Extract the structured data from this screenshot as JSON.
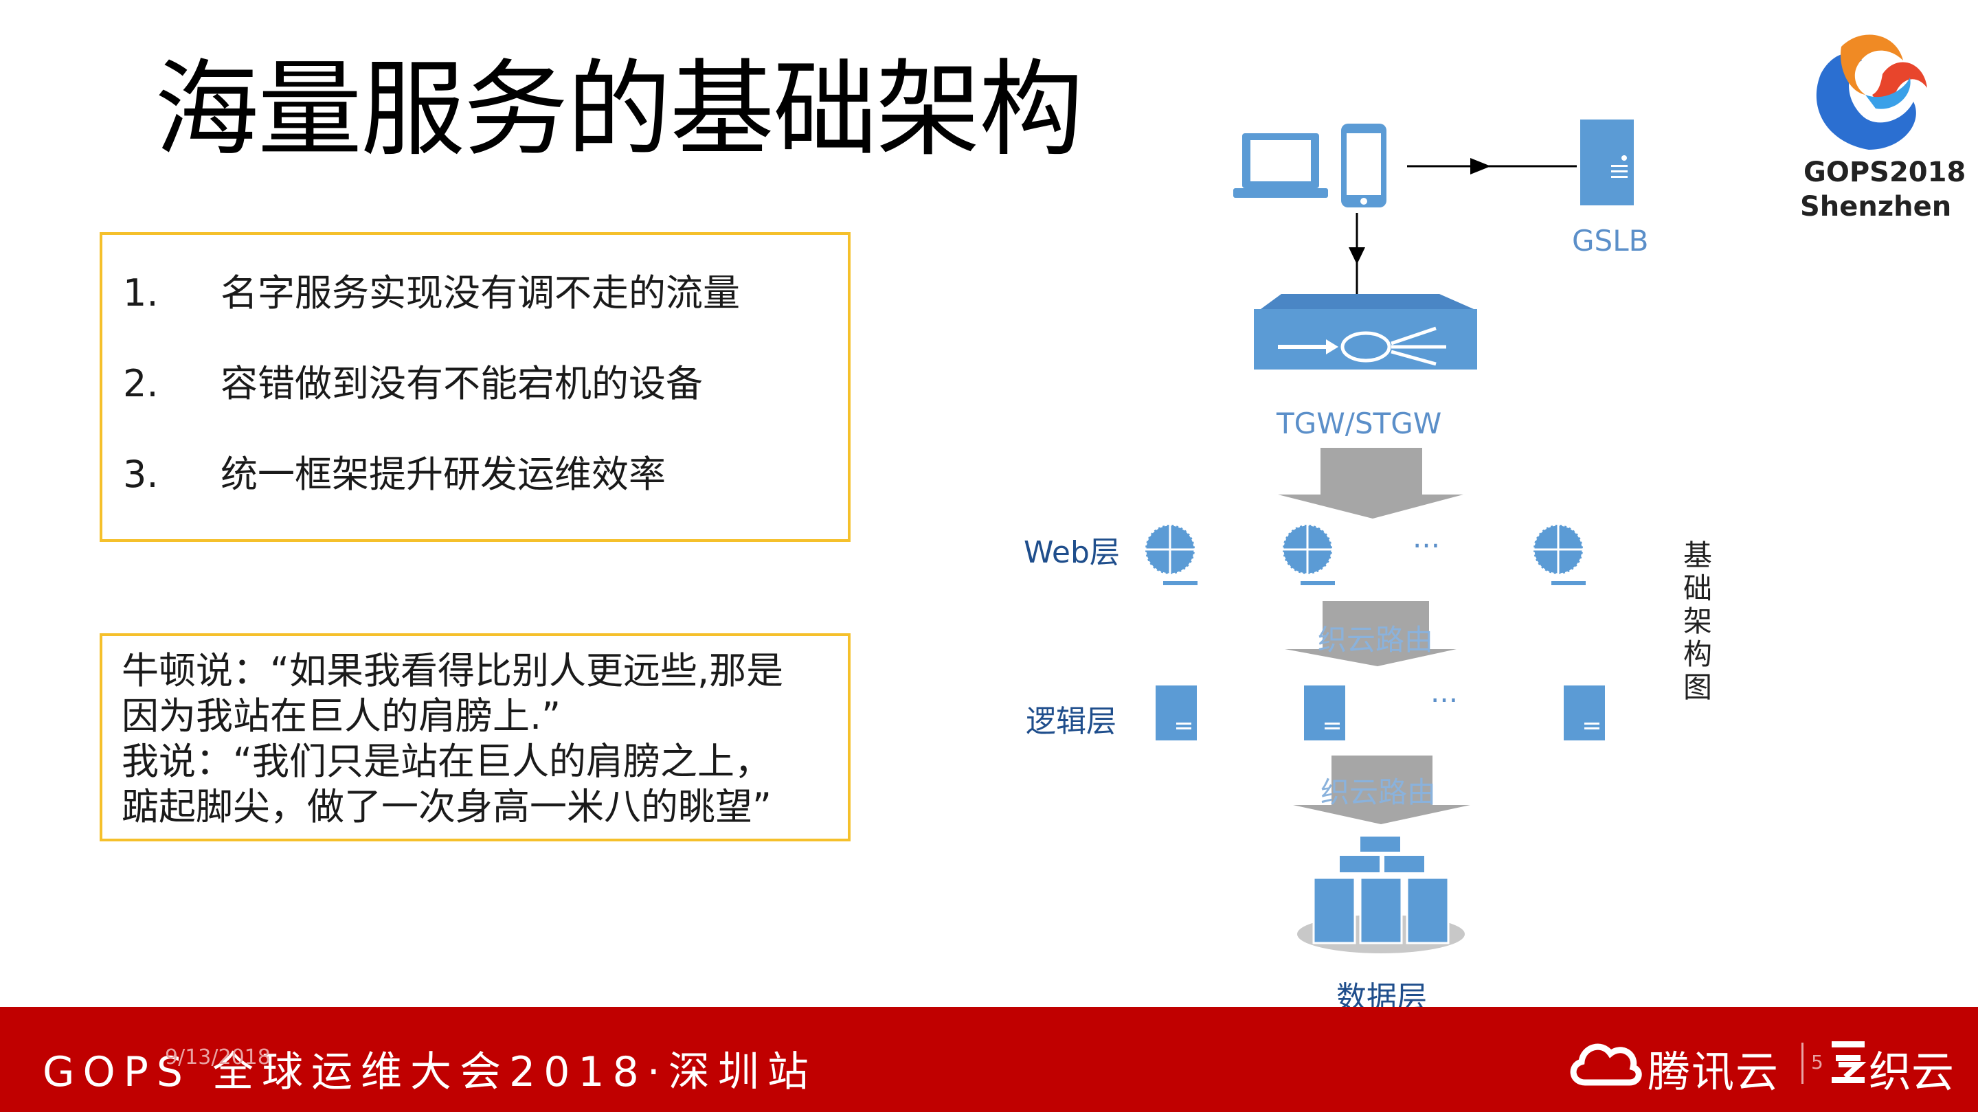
{
  "title": "海量服务的基础架构",
  "points": [
    {
      "num": "1.",
      "text": "名字服务实现没有调不走的流量"
    },
    {
      "num": "2.",
      "text": "容错做到没有不能宕机的设备"
    },
    {
      "num": "3.",
      "text": "统一框架提升研发运维效率"
    }
  ],
  "quote": {
    "line1": "牛顿说：“如果我看得比别人更远些,那是",
    "line2": "因为我站在巨人的肩膀上.”",
    "line3": "我说：“我们只是站在巨人的肩膀之上，",
    "line4": "踮起脚尖，做了一次身高一米八的眺望”"
  },
  "diagram": {
    "gslb": "GSLB",
    "tgw": "TGW/STGW",
    "web_layer": "Web层",
    "router1": "织云路由",
    "logic_layer": "逻辑层",
    "router2": "织云路由",
    "data_layer": "数据层",
    "ellipsis": "···",
    "side_label": "基础架构图",
    "icon_color": "#5b9bd5"
  },
  "logo": {
    "year": "GOPS2018",
    "city": "Shenzhen"
  },
  "footer": {
    "event": "GOPS 全球运维大会2018·深圳站",
    "date": "9/13/2018",
    "tencent_cloud": "腾讯云",
    "slide_number": "5",
    "zhiyun": "织云",
    "bg_color": "#c00000"
  }
}
